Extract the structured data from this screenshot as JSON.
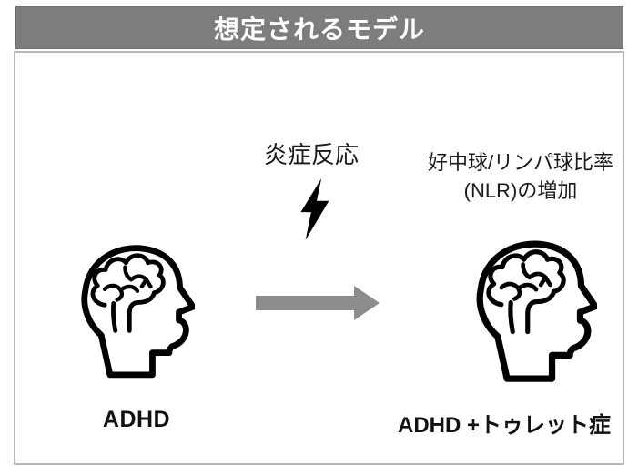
{
  "header": {
    "title": "想定されるモデル",
    "bg_color": "#7d7d7d",
    "text_color": "#ffffff"
  },
  "canvas": {
    "background": "#ffffff",
    "border_color": "#b7b7b7"
  },
  "diagram": {
    "trigger_label": "炎症反応",
    "effect_label_line1": "好中球/リンパ球比率",
    "effect_label_line2": "(NLR)の増加",
    "left_node": {
      "label": "ADHD",
      "icon": "head-brain-icon"
    },
    "right_node": {
      "label": "ADHD +トゥレット症",
      "icon": "head-brain-icon"
    },
    "arrow": {
      "direction": "right",
      "color": "#8c8c8c"
    },
    "bolt_icon": "lightning-bolt-icon",
    "icon_color": "#000000"
  }
}
